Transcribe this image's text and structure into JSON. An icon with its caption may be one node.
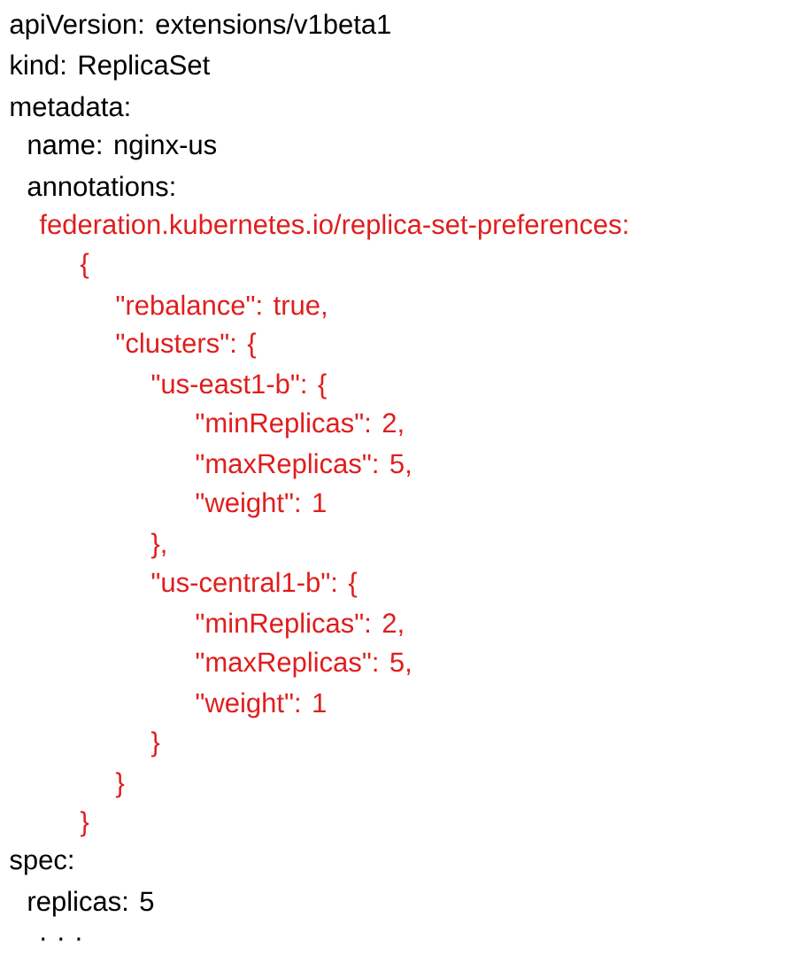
{
  "diagram": {
    "labels": [
      "apiVersion: extensions/v1beta1",
      "kind: ReplicaSet",
      "metadata:",
      "name: nginx-us",
      "annotations:",
      "federation.kubernetes.io/replica-set-preferences:",
      "{",
      "\"rebalance\": true,",
      "\"clusters\": {",
      "\"us-east1-b\": {",
      "\"minReplicas\": 2,",
      "\"maxReplicas\": 5,",
      "\"weight\": 1",
      "},",
      "\"us-central1-b\": {",
      "\"minReplicas\": 2,",
      "\"maxReplicas\": 5,",
      "\"weight\": 1",
      "}",
      "}",
      "}",
      "spec:",
      "replicas: 5",
      ". . ."
    ]
  }
}
